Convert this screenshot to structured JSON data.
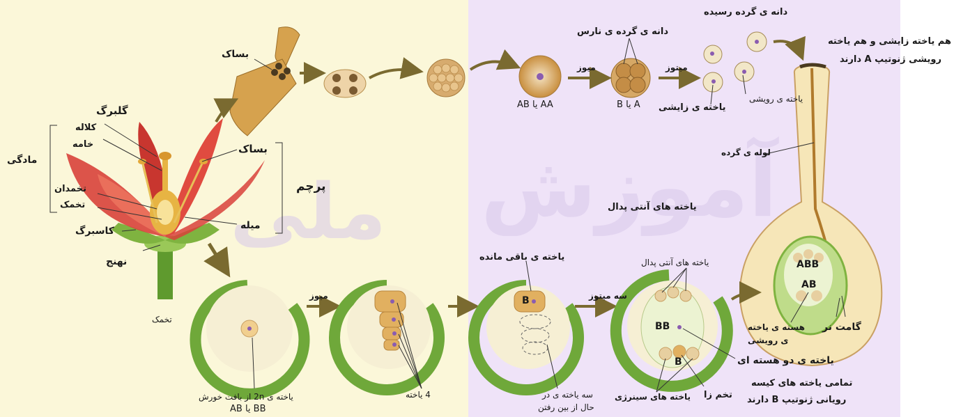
{
  "watermark": {
    "text1": "آموزش",
    "text2": "ملی"
  },
  "flower": {
    "petal": "گلبرگ",
    "stigma": "کلاله",
    "style": "خامه",
    "pistil": "مادگی",
    "ovary": "تخمدان",
    "ovule": "تخمک",
    "sepal": "کاسبرگ",
    "receptacle": "نهنج",
    "anther": "بساک",
    "stamen": "پرچم",
    "filament": "میله"
  },
  "pollen": {
    "anther_top": "بساک",
    "genotype_mother": "AB یا AA",
    "meiosis": "میوز",
    "immature_pollen": "دانه ی گرده ی نارس",
    "genotype_haploid": "B یا A",
    "mitosis": "میتوز",
    "mature_pollen": "دانه ی گرده رسیده",
    "generative_cell": "یاخته ی زایشی",
    "vegetative_cell": "یاخته ی رویشی",
    "note_line1": "هم یاخته زایشی و هم یاخته",
    "note_line2": "رویشی ژنوتیپ A دارند",
    "pollen_tube": "لوله ی گرده"
  },
  "ovule_series": {
    "ovule_label": "تخمک",
    "cell_2n_line1": "یاخته ی 2n از بافت خورش",
    "cell_2n_line2": "AB یا BB",
    "meiosis": "میوز",
    "four_cells": "4 یاخته",
    "remaining_cell": "یاخته ی باقی مانده",
    "remaining_letter": "B",
    "dying_line1": "سه یاخته ی در",
    "dying_line2": "حال از بین رفتن",
    "three_mitosis": "سه میتوز",
    "antipodal_top": "یاخته های آنتی پدال",
    "antipodal_inner": "یاخته های آنتی پدال",
    "bb_label": "BB",
    "b_label": "B",
    "binucleate": "یاخته ی دو هسته ای",
    "synergids": "یاخته های سینرژی",
    "egg": "تخم زا",
    "all_cells_line1": "تمامی یاخته های کیسه",
    "all_cells_line2": "رویانی ژنوتیپ B دارند"
  },
  "fertilization": {
    "abb": "ABB",
    "ab": "AB",
    "veg_nucleus_line1": "هسته ی یاخته",
    "veg_nucleus_line2": "ی رویشی",
    "male_gametes": "گامت نر"
  },
  "colors": {
    "petal_red": "#d8413a",
    "green": "#7fb340",
    "cream": "#f6e6b8",
    "pollen": "#c9a064",
    "arrow": "#7a6a30",
    "purple_dot": "#8a5cb0"
  }
}
